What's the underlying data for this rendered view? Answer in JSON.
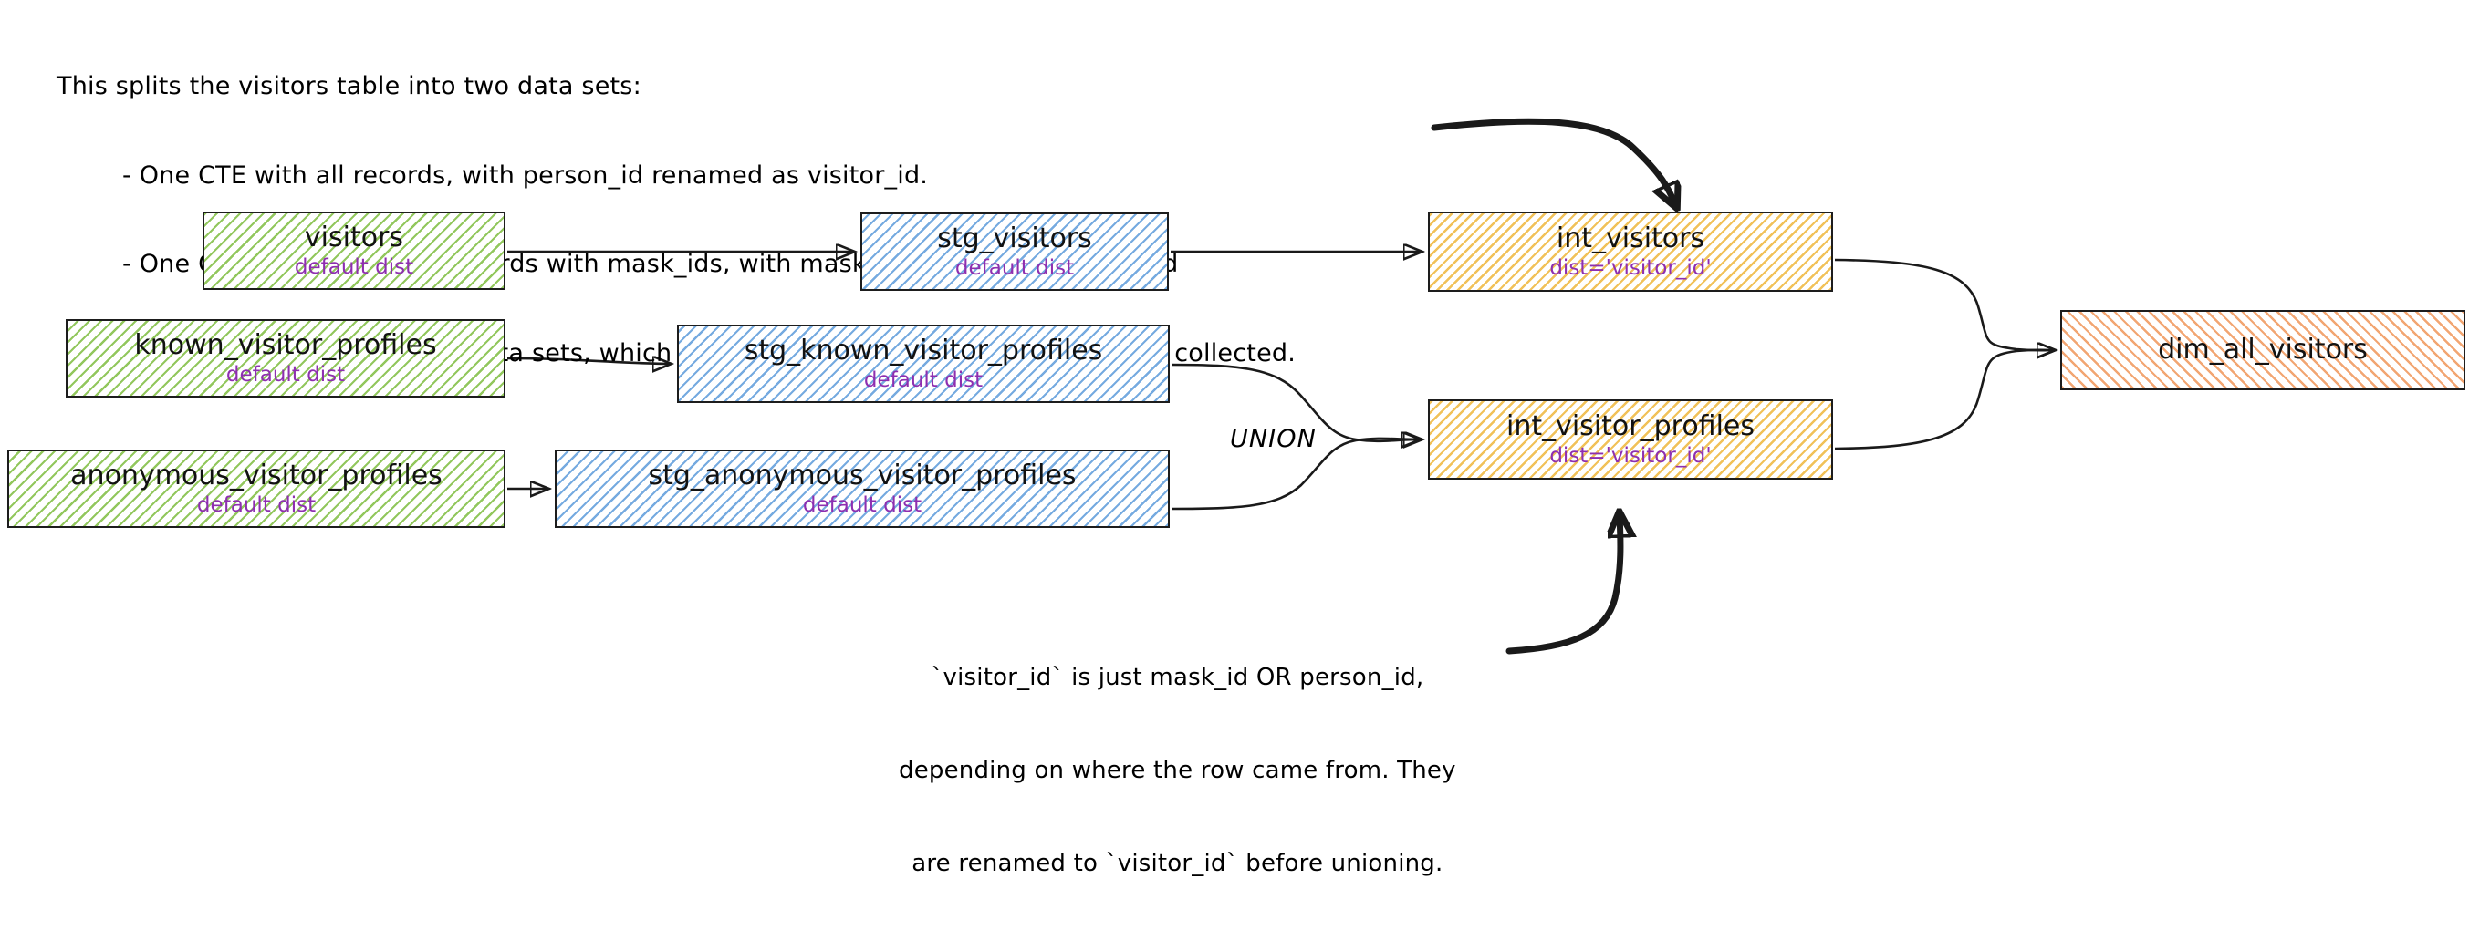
{
  "colors": {
    "source_hatch": "#8cc454",
    "staging_hatch": "#6ea6de",
    "intermediate_hatch": "#f0be50",
    "mart_hatch": "#f0965a",
    "subtitle_text": "#8e2fb0",
    "title_text": "#121212",
    "edge": "#1a1a1a",
    "background": "#ffffff"
  },
  "notes": {
    "top": {
      "lines": [
        "This splits the visitors table into two data sets:",
        "- One CTE with all records, with person_id renamed as visitor_id.",
        "- One CTE filtered to only records with mask_ids, with mask_id renamed as visitor_id",
        "- One CTE to union the two data sets, which results in a grain of one row per profile collected."
      ]
    },
    "bottom": {
      "lines": [
        "`visitor_id` is just mask_id OR person_id,",
        "depending on where the row came from. They",
        "are renamed to `visitor_id` before unioning."
      ]
    }
  },
  "labels": {
    "union": "UNION"
  },
  "nodes": [
    {
      "id": "visitors",
      "title": "visitors",
      "subtitle": "default dist",
      "layer": "source"
    },
    {
      "id": "known_visitor_profiles",
      "title": "known_visitor_profiles",
      "subtitle": "default dist",
      "layer": "source"
    },
    {
      "id": "anonymous_visitor_profiles",
      "title": "anonymous_visitor_profiles",
      "subtitle": "default dist",
      "layer": "source"
    },
    {
      "id": "stg_visitors",
      "title": "stg_visitors",
      "subtitle": "default dist",
      "layer": "staging"
    },
    {
      "id": "stg_known_visitor_profiles",
      "title": "stg_known_visitor_profiles",
      "subtitle": "default dist",
      "layer": "staging"
    },
    {
      "id": "stg_anonymous_visitor_profiles",
      "title": "stg_anonymous_visitor_profiles",
      "subtitle": "default dist",
      "layer": "staging"
    },
    {
      "id": "int_visitors",
      "title": "int_visitors",
      "subtitle": "dist='visitor_id'",
      "layer": "intermediate"
    },
    {
      "id": "int_visitor_profiles",
      "title": "int_visitor_profiles",
      "subtitle": "dist='visitor_id'",
      "layer": "intermediate"
    },
    {
      "id": "dim_all_visitors",
      "title": "dim_all_visitors",
      "subtitle": "",
      "layer": "mart"
    }
  ],
  "edges": [
    {
      "from": "visitors",
      "to": "stg_visitors"
    },
    {
      "from": "known_visitor_profiles",
      "to": "stg_known_visitor_profiles"
    },
    {
      "from": "anonymous_visitor_profiles",
      "to": "stg_anonymous_visitor_profiles"
    },
    {
      "from": "stg_visitors",
      "to": "int_visitors"
    },
    {
      "from": "stg_known_visitor_profiles",
      "to": "int_visitor_profiles",
      "label": "UNION"
    },
    {
      "from": "stg_anonymous_visitor_profiles",
      "to": "int_visitor_profiles",
      "label": "UNION"
    },
    {
      "from": "int_visitors",
      "to": "dim_all_visitors"
    },
    {
      "from": "int_visitor_profiles",
      "to": "dim_all_visitors"
    },
    {
      "from": "note-top",
      "to": "int_visitors",
      "style": "annotation"
    },
    {
      "from": "note-bottom",
      "to": "int_visitor_profiles",
      "style": "annotation"
    }
  ]
}
